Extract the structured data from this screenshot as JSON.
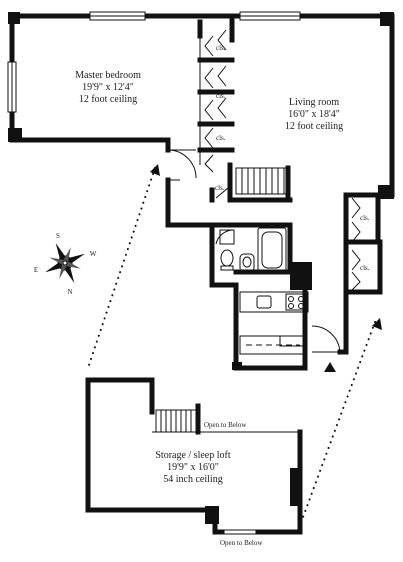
{
  "rooms": {
    "master_bedroom": {
      "name": "Master bedroom",
      "size": "19'9\" x 12'4\"",
      "ceiling": "12 foot ceiling"
    },
    "living_room": {
      "name": "Living room",
      "size": "16'0\" x 18'4\"",
      "ceiling": "12 foot ceiling"
    },
    "storage_loft": {
      "name": "Storage / sleep loft",
      "size": "19'9\" x 16'0\"",
      "ceiling": "54 inch ceiling"
    }
  },
  "closet_label": "cls.",
  "open_to_below": "Open to Below",
  "compass": {
    "n": "N",
    "s": "S",
    "e": "E",
    "w": "W"
  }
}
